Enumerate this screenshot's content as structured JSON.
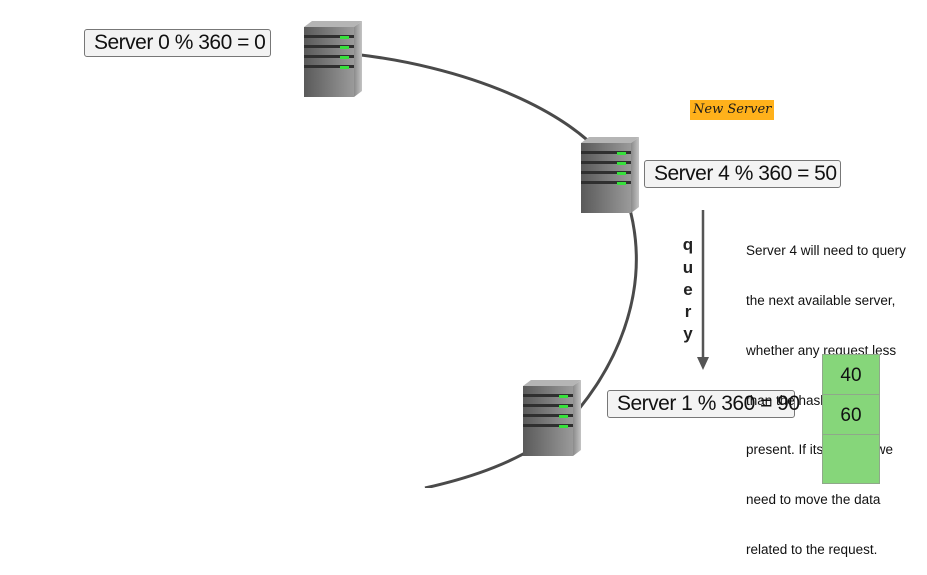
{
  "ring": {
    "servers": [
      {
        "name": "server-0",
        "label": "Server 0 % 360 = 0"
      },
      {
        "name": "server-4",
        "label": "Server 4 % 360 = 50"
      },
      {
        "name": "server-1",
        "label": "Server 1 % 360 = 90"
      }
    ]
  },
  "new_server_tag": "New Server",
  "query_arrow": {
    "letters": [
      "q",
      "u",
      "e",
      "r",
      "y"
    ]
  },
  "note": {
    "lines": [
      "Server 4 will need to query",
      "the next available server,",
      "whether any request less",
      "than the hash value is",
      "present. If its present we",
      "need to move the data",
      "related to the request."
    ]
  },
  "request_stack": {
    "values": [
      "40",
      "60",
      ""
    ]
  },
  "colors": {
    "ring_line": "#4a4a4a",
    "tag_bg": "#ffb11b",
    "stack_fill": "#86d67a",
    "server_body": "#6d6d6d",
    "server_led": "#37e03c"
  }
}
